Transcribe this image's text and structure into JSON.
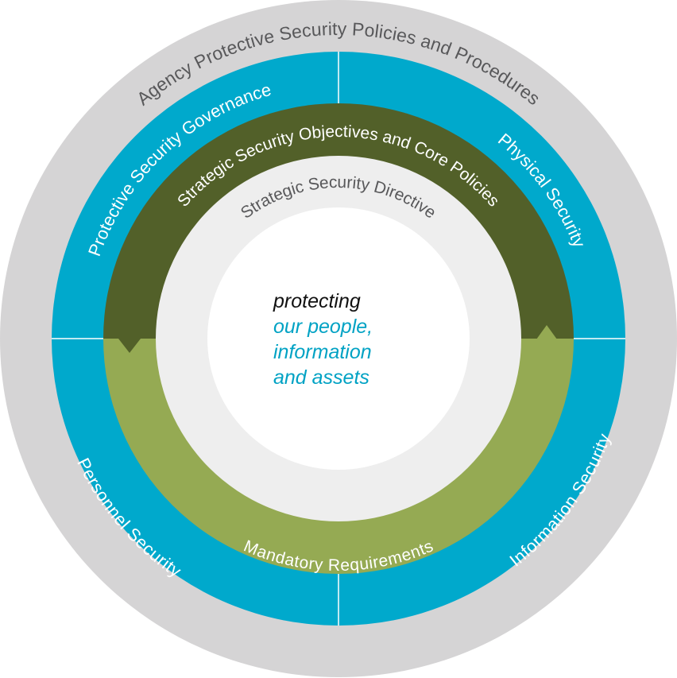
{
  "colors": {
    "outer_ring": "#d5d4d5",
    "blue_ring": "#00a9cc",
    "dark_green": "#526029",
    "light_green": "#95aa53",
    "light_gray_ring": "#eeeeee",
    "center": "#ffffff",
    "divider": "#ffffff",
    "text_gray": "#58585a",
    "text_black": "#111111",
    "text_blue": "#00a2c4"
  },
  "rings": {
    "outer": {
      "label": "Agency Protective Security Policies and Procedures"
    },
    "blue_quadrants": [
      {
        "id": "governance",
        "label": "Protective Security Governance"
      },
      {
        "id": "physical",
        "label": "Physical Security"
      },
      {
        "id": "personnel",
        "label": "Personnel Security"
      },
      {
        "id": "information",
        "label": "Information Security"
      }
    ],
    "green_upper": {
      "label": "Strategic Security Objectives and Core Policies"
    },
    "green_lower": {
      "label": "Mandatory Requirements"
    },
    "inner": {
      "label": "Strategic Security Directive"
    }
  },
  "center": {
    "line1": "protecting",
    "line2": "our people,",
    "line3": "information",
    "line4": "and assets"
  }
}
